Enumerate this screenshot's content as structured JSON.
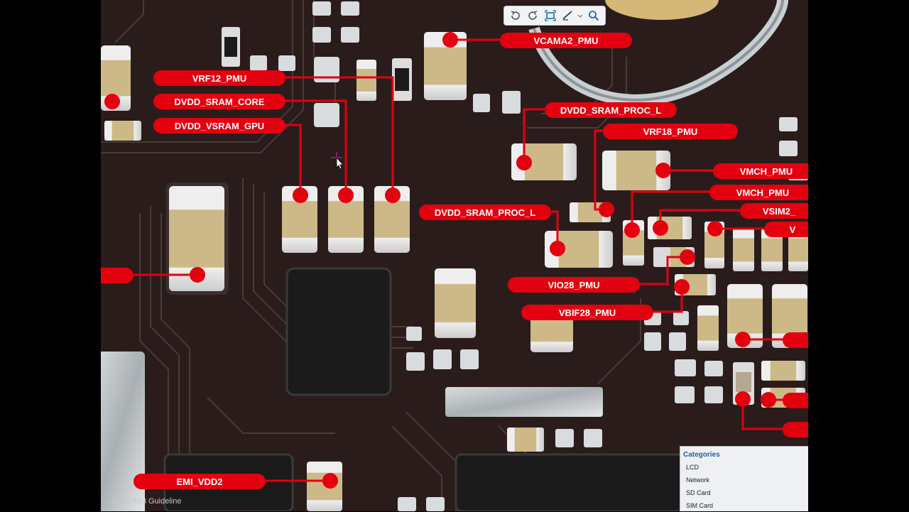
{
  "toolbar": {
    "icons": [
      "rotate-left-icon",
      "rotate-right-icon",
      "fit-screen-icon",
      "annotate-icon",
      "dropdown-arrow-icon",
      "zoom-icon"
    ]
  },
  "labels": [
    {
      "id": "vcama2",
      "text": "VCAMA2_PMU"
    },
    {
      "id": "vrf12",
      "text": "VRF12_PMU"
    },
    {
      "id": "dvdd-sram-core",
      "text": "DVDD_SRAM_CORE"
    },
    {
      "id": "dvdd-vsram-gpu",
      "text": "DVDD_VSRAM_GPU"
    },
    {
      "id": "dvdd-sram-proc-l-top",
      "text": "DVDD_SRAM_PROC_L"
    },
    {
      "id": "vrf18",
      "text": "VRF18_PMU"
    },
    {
      "id": "vmch-1",
      "text": "VMCH_PMU"
    },
    {
      "id": "vmch-2",
      "text": "VMCH_PMU"
    },
    {
      "id": "vsim2",
      "text": "VSIM2_"
    },
    {
      "id": "v-partial",
      "text": "V"
    },
    {
      "id": "dvdd-sram-proc-l-mid",
      "text": "DVDD_SRAM_PROC_L"
    },
    {
      "id": "vio28",
      "text": "VIO28_PMU"
    },
    {
      "id": "vbif28",
      "text": "VBIF28_PMU"
    },
    {
      "id": "emi-vdd2",
      "text": "EMI_VDD2"
    }
  ],
  "watermark": "Oppo A53 Guideline",
  "categories": {
    "title": "Categories",
    "items": [
      "LCD",
      "Network",
      "SD Card",
      "SIM Card"
    ]
  },
  "colors": {
    "label_red": "#e3000f",
    "board": "#2b1c1c",
    "trace": "#4a3a3a"
  }
}
